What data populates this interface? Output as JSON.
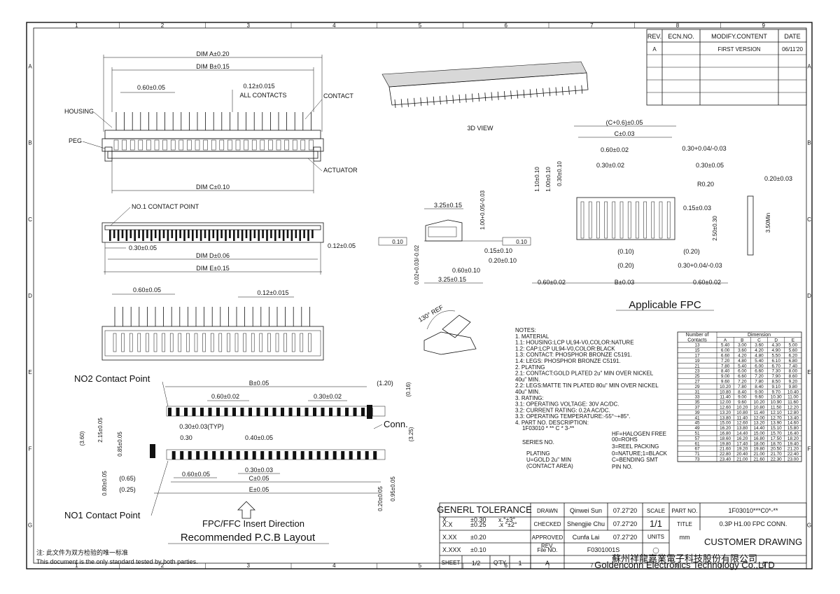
{
  "grid": {
    "cols": [
      "1",
      "2",
      "3",
      "4",
      "5",
      "6",
      "7",
      "8",
      "9"
    ],
    "rows": [
      "A",
      "B",
      "C",
      "D",
      "E",
      "F",
      "G"
    ]
  },
  "revision": {
    "headers": [
      "REV.",
      "ECN.NO.",
      "MODIFY.CONTENT",
      "DATE"
    ],
    "rows": [
      [
        "A",
        "",
        "FIRST VERSION",
        "06/11'20"
      ]
    ]
  },
  "top_view": {
    "dim_a": "DIM A±0.20",
    "dim_b": "DIM B±0.15",
    "pitch": "0.60±0.05",
    "contact_w": "0.12±0.015",
    "all_contacts": "ALL CONTACTS",
    "contact": "CONTACT",
    "housing": "HOUSING",
    "peg": "PEG",
    "actuator": "ACTUATOR",
    "dim_c": "DIM C±0.10"
  },
  "mid_view": {
    "no1": "NO.1 CONTACT POINT",
    "d1": "0.30±0.05",
    "d2": "0.12±0.05",
    "dim_d": "DIM D±0.06",
    "dim_e": "DIM E±0.15"
  },
  "bottom_view": {
    "pitch": "0.60±0.05",
    "contact_w": "0.12±0.015"
  },
  "view3d": "3D VIEW",
  "side_view": {
    "w1": "3.25±0.15",
    "h1": "1.00+0.05/-0.03",
    "flat": "0.10",
    "flat2": "0.10",
    "d015": "0.15±0.10",
    "d020": "0.20±0.10",
    "d060": "0.60±0.10",
    "w2": "3.25±0.15",
    "h2": "0.02+0.03/-0.02",
    "angle": "130° REF"
  },
  "fpc": {
    "title": "Applicable   FPC",
    "cp06": "(C+0.6)±0.05",
    "c03": "C±0.03",
    "p060": "0.60±0.02",
    "p030": "0.30±0.02",
    "d030a": "0.30+0.04/-0.03",
    "d030b": "0.30±0.05",
    "h110": "1.10±0.10",
    "h100": "1.00±0.10",
    "h030": "0.30±0.10",
    "r020": "R0.20",
    "w015": "0.15±0.03",
    "h250": "2.50±0.30",
    "t020": "0.20±0.03",
    "h350": "3.50Min",
    "p010": "(0.10)",
    "p020a": "(0.20)",
    "p020b": "(0.20)",
    "d030c": "0.30+0.04/-0.03",
    "b060a": "0.60±0.02",
    "b03": "B±0.03",
    "b060b": "0.60±0.02"
  },
  "pcb": {
    "no2": "NO2  Contact Point",
    "no1": "NO1  Contact Point",
    "b005": "B±0.05",
    "p120": "(1.20)",
    "p060": "0.60±0.02",
    "p030": "0.30±0.02",
    "p016": "(0.16)",
    "typ": "0.30±0.03(TYP)",
    "conn": "Conn.",
    "w030": "0.30",
    "d040": "0.40±0.05",
    "h360": "(3.60)",
    "h215": "2.15±0.05",
    "h085": "0.85±0.05",
    "h325": "(3.25)",
    "d030b": "0.30±0.03",
    "d060b": "0.60±0.05",
    "c005": "C±0.05",
    "p065": "(0.65)",
    "p025": "(0.25)",
    "h080": "0.80±0.05",
    "e005": "E±0.05",
    "h020": "0.20±0.05",
    "h095": "0.95±0.05",
    "insert": "FPC/FFC Insert Direction",
    "title": "Recommended P.C.B Layout"
  },
  "notes": {
    "lines": [
      "NOTES:",
      "  1. MATERIAL",
      "       1.1: HOUSING:LCP UL94-V0,COLOR:NATURE",
      "       1.2: CAP:LCP UL94-V0,COLOR:BLACK",
      "       1.3: CONTACT: PHOSPHOR BRONZE C5191.",
      "       1.4: LEGS: PHOSPHOR BRONZE C5191.",
      "  2. PLATING",
      "       2.1: CONTACT:GOLD PLATED 2u\" MIN OVER NICKEL",
      "              40u\" MIN.",
      "       2.2: LEGS:MATTE TIN PLATED 80u\" MIN OVER NICKEL",
      "              40u\" MIN.",
      "  3. RATING:",
      "       3.1: OPERATING VOLTAGE: 30V AC/DC.",
      "       3.2: CURRENT RATING: 0.2A AC/DC.",
      "       3.3: OPERATING TEMPERATURE:-55°~+85°.",
      "  4. PART NO. DESCRIPTION:"
    ],
    "part_code": "1F03010  * ** C * 3-**",
    "legend": [
      "HF=HALOGEN FREE",
      "00=ROHS",
      "3=REEL PACKING",
      "0=NATURE;1=BLACK",
      "C=BENDING SMT",
      "PIN NO."
    ],
    "series": "SERIES NO.",
    "plating": [
      "PLATING",
      "U=GOLD 2u\" MIN",
      "(CONTACT AREA)"
    ]
  },
  "dim_table": {
    "h1": "Number of",
    "h2": "Contacts",
    "h3": "Dimension",
    "cols": [
      "A",
      "B",
      "C",
      "D",
      "E"
    ],
    "rows": [
      [
        "13",
        "5.40",
        "3.00",
        "3.60",
        "4.30",
        "5.00"
      ],
      [
        "15",
        "6.00",
        "3.60",
        "4.20",
        "4.90",
        "5.60"
      ],
      [
        "17",
        "6.60",
        "4.20",
        "4.80",
        "5.50",
        "6.20"
      ],
      [
        "19",
        "7.20",
        "4.80",
        "5.40",
        "6.10",
        "6.80"
      ],
      [
        "21",
        "7.80",
        "5.40",
        "6.00",
        "6.70",
        "7.40"
      ],
      [
        "23",
        "8.40",
        "6.00",
        "6.60",
        "7.30",
        "8.00"
      ],
      [
        "25",
        "9.00",
        "6.60",
        "7.20",
        "7.90",
        "8.60"
      ],
      [
        "27",
        "9.60",
        "7.20",
        "7.80",
        "8.50",
        "9.20"
      ],
      [
        "29",
        "10.20",
        "7.80",
        "8.40",
        "9.10",
        "9.80"
      ],
      [
        "31",
        "10.80",
        "8.40",
        "9.00",
        "9.70",
        "10.40"
      ],
      [
        "33",
        "11.40",
        "9.00",
        "9.60",
        "10.30",
        "11.00"
      ],
      [
        "35",
        "12.00",
        "9.60",
        "10.20",
        "10.90",
        "11.60"
      ],
      [
        "37",
        "12.60",
        "10.20",
        "10.80",
        "11.50",
        "12.20"
      ],
      [
        "39",
        "13.20",
        "10.80",
        "11.40",
        "12.10",
        "12.80"
      ],
      [
        "41",
        "13.80",
        "11.40",
        "12.00",
        "12.70",
        "13.40"
      ],
      [
        "45",
        "15.00",
        "12.60",
        "13.20",
        "13.90",
        "14.60"
      ],
      [
        "49",
        "16.20",
        "13.80",
        "14.40",
        "15.10",
        "15.80"
      ],
      [
        "51",
        "16.80",
        "14.40",
        "15.00",
        "15.70",
        "16.40"
      ],
      [
        "57",
        "18.60",
        "16.20",
        "16.80",
        "17.50",
        "18.20"
      ],
      [
        "61",
        "19.80",
        "17.40",
        "18.00",
        "18.70",
        "19.40"
      ],
      [
        "67",
        "21.60",
        "19.20",
        "19.80",
        "20.50",
        "21.20"
      ],
      [
        "71",
        "22.80",
        "20.40",
        "21.00",
        "21.70",
        "22.40"
      ],
      [
        "73",
        "23.40",
        "21.00",
        "21.60",
        "22.30",
        "23.00"
      ]
    ]
  },
  "title_block": {
    "tol_title": "GENERL TOLERANCE",
    "tol_rows": [
      [
        "X.",
        "±0.30",
        "x.°±3°"
      ],
      [
        "X.X",
        "±0.25",
        ".x °±2°"
      ],
      [
        "X.XX",
        "±0.20",
        ""
      ],
      [
        "X.XXX",
        "±0.10",
        ""
      ]
    ],
    "sheet_label": "SHEET",
    "sheet_val": "1/2",
    "qty_label": "Q'TY",
    "qty_val": "1",
    "rev_label": "REV.",
    "rev_val": "A",
    "drawn": "DRAWN",
    "drawn_name": "Qinwei Sun",
    "drawn_date": "07.27'20",
    "checked": "CHECKED",
    "checked_name": "Shengjie Chu",
    "checked_date": "07.27'20",
    "approved": "APPROVED",
    "approved_name": "Cunfa Lai",
    "approved_date": "07.27'20",
    "file_label": "File NO.",
    "file_val": "F0301001S",
    "scale_label": "SCALE",
    "scale_val": "1/1",
    "units_label": "UNITS",
    "units_val": "mm",
    "part_label": "PART NO.",
    "part_val": "1F03010***C0*-**",
    "title_label": "TITLE",
    "title_val": "0.3P H1.00 FPC CONN.",
    "customer": "CUSTOMER DRAWING",
    "company_cn": "蘇州祥龍嘉業電子科技股份有限公司",
    "company_en": "Goldenconn Electronics Technology Co.,LTD"
  },
  "footer": {
    "cn": "注: 此文件为双方检验的唯一标准",
    "en": "This document is the only standard tested by both parties."
  }
}
